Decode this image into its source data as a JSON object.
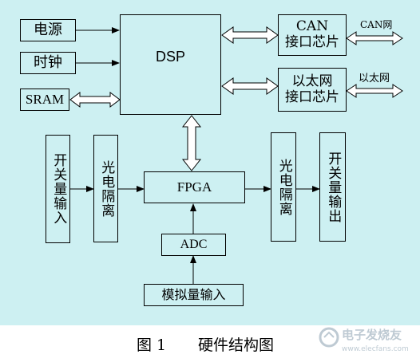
{
  "diagram": {
    "blocks": {
      "power": "电源",
      "clock": "时钟",
      "sram": "SRAM",
      "dsp": "DSP",
      "can_chip": "CAN\n接口芯片",
      "eth_chip": "以太网\n接口芯片",
      "switch_in": "开关量输入",
      "opto_in": "光电隔离",
      "fpga": "FPGA",
      "opto_out": "光电隔离",
      "switch_out": "开关量输出",
      "adc": "ADC",
      "analog_in": "模拟量输入"
    },
    "external_labels": {
      "can_net": "CAN网",
      "eth_net": "以太网"
    },
    "colors": {
      "background": "#cdf0f2",
      "line": "#000000"
    }
  },
  "caption": {
    "figure": "图 1",
    "title": "硬件结构图"
  },
  "watermark": {
    "text": "电子发烧友\nwww.elecfans.com"
  }
}
